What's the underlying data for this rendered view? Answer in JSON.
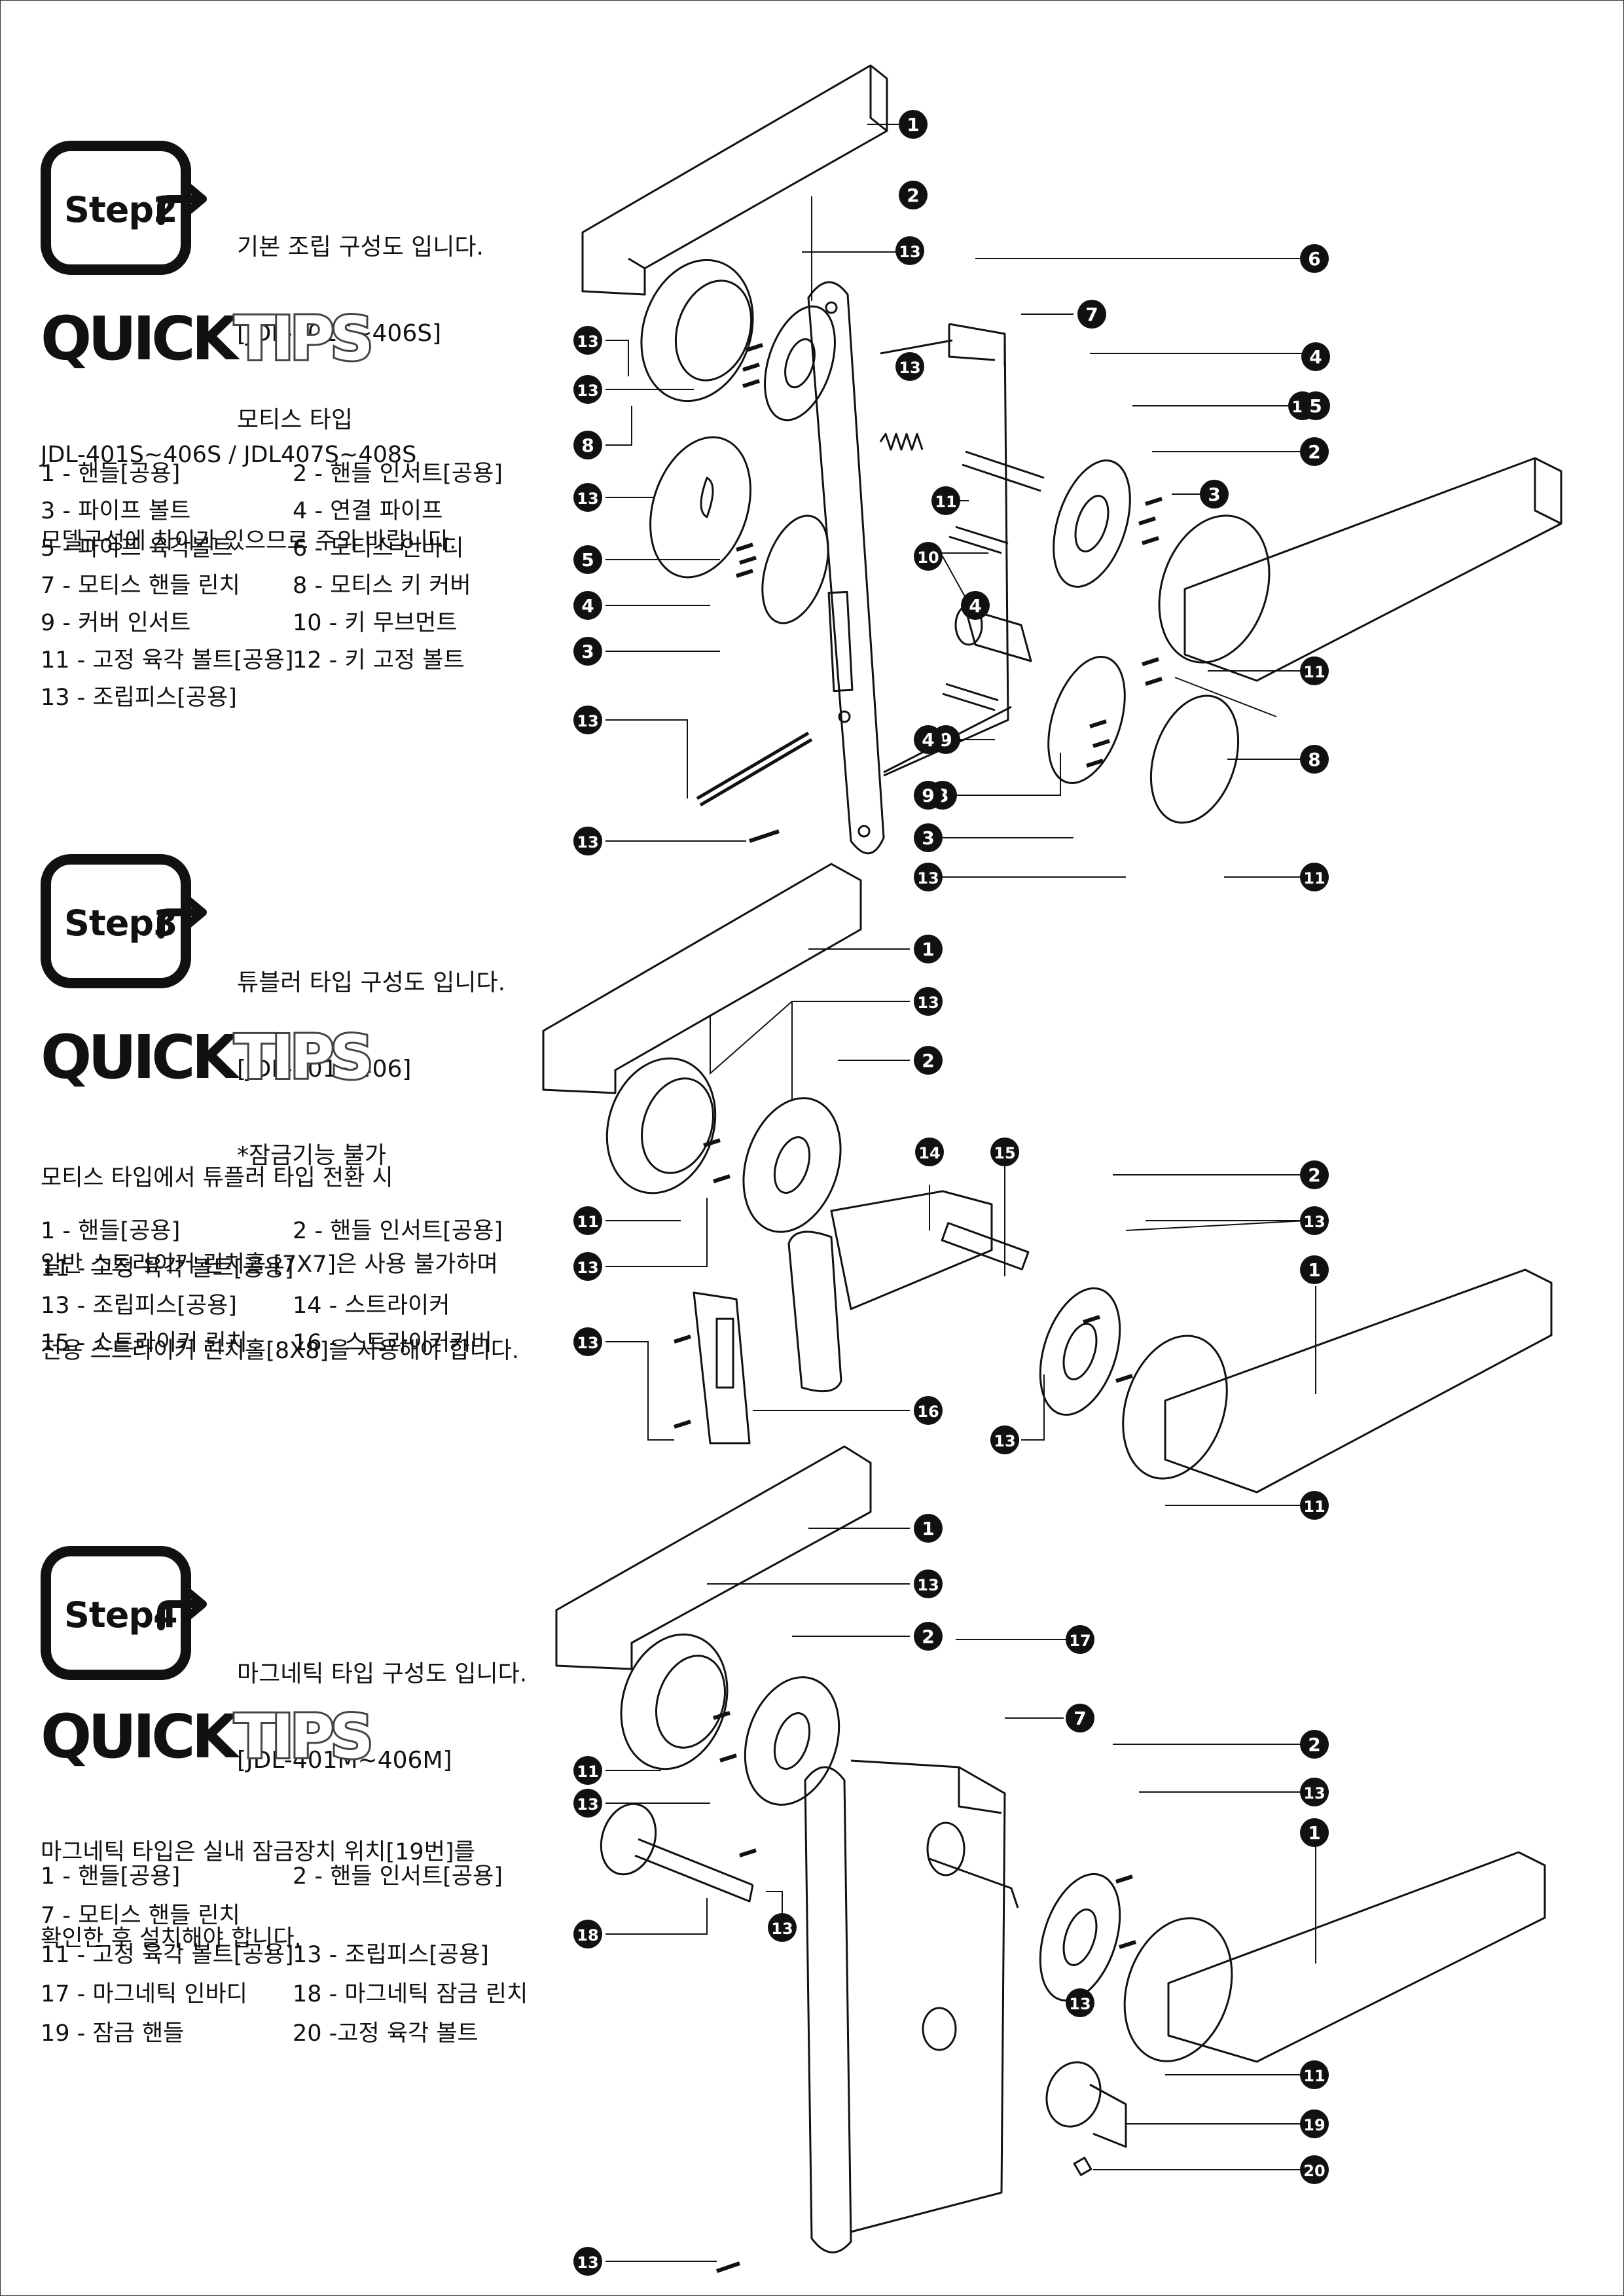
{
  "steps": [
    {
      "badge": "Step2",
      "desc": [
        "기본 조립 구성도 입니다.",
        "[JDL-401S~406S]",
        "모티스 타입"
      ],
      "quick_tips": {
        "left": "QUICK",
        "right": "TIPS"
      },
      "notes": [
        "JDL-401S~406S / JDL407S~408S",
        "모델구성에 차이가 있으므로 주의 바랍니다."
      ],
      "parts": [
        "1 - 핸들[공용]",
        "2 - 핸들 인서트[공용]",
        "3 - 파이프 볼트",
        "4 - 연결 파이프",
        "5 - 파이프 육각볼트",
        "6 - 모티스 인바디",
        "7 - 모티스 핸들 린치",
        "8 - 모티스 키 커버",
        "9 - 커버 인서트",
        "10 - 키 무브먼트",
        "11 - 고정 육각 볼트[공용]",
        "12 - 키 고정 볼트",
        "13 - 조립피스[공용]"
      ]
    },
    {
      "badge": "Step3",
      "desc": [
        "튜블러 타입 구성도 입니다.",
        "[JDL-401~406]",
        "*잠금기능 불가"
      ],
      "quick_tips": {
        "left": "QUICK",
        "right": "TIPS"
      },
      "notes": [
        "모티스 타입에서 튜플러 타입 전환 시",
        "일반 스트라이커 린치홀 [7X7]은 사용 불가하며",
        "전용 스트라이커 린치홀[8X8]을 사용해야 합니다."
      ],
      "parts": [
        "1 - 핸들[공용]",
        "2 - 핸들 인서트[공용]",
        "11 - 고정 육각 볼트[공용]",
        "",
        "13 - 조립피스[공용]",
        "14 - 스트라이커",
        "15 - 스트라이커 린치",
        "16 - 스트라이커커버"
      ]
    },
    {
      "badge": "Step4",
      "desc": [
        "마그네틱 타입 구성도 입니다.",
        "[JDL-401M~406M]"
      ],
      "quick_tips": {
        "left": "QUICK",
        "right": "TIPS"
      },
      "notes": [
        "마그네틱 타입은 실내 잠금장치 위치[19번]를",
        "확인한 후 설치해야 합니다."
      ],
      "parts": [
        "1 - 핸들[공용]",
        "2 - 핸들 인서트[공용]",
        "7 - 모티스 핸들 린치",
        "",
        "11 - 고정 육각 볼트[공용]",
        "13 - 조립피스[공용]",
        "17 - 마그네틱 인바디",
        "18 - 마그네틱 잠금 린치",
        "19 - 잠금 핸들",
        "20 -고정 육각 볼트"
      ]
    }
  ],
  "callouts": {
    "step2": [
      "1",
      "2",
      "13",
      "6",
      "7",
      "13",
      "4",
      "11",
      "2",
      "5",
      "3",
      "13",
      "13",
      "8",
      "13",
      "5",
      "4",
      "3",
      "11",
      "10",
      "4",
      "13",
      "9",
      "3",
      "11",
      "12",
      "13",
      "4",
      "8",
      "9",
      "3",
      "13",
      "11"
    ],
    "step3": [
      "1",
      "13",
      "2",
      "14",
      "15",
      "11",
      "2",
      "13",
      "13",
      "13",
      "1",
      "13",
      "16",
      "13",
      "11"
    ],
    "step4": [
      "1",
      "13",
      "2",
      "17",
      "7",
      "11",
      "13",
      "2",
      "13",
      "13",
      "18",
      "1",
      "13",
      "11",
      "19",
      "20",
      "13"
    ]
  }
}
